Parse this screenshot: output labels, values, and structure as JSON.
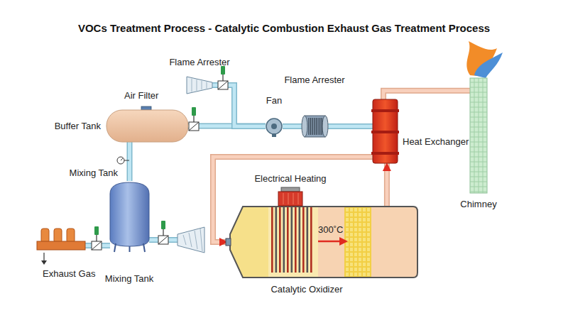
{
  "diagram": {
    "title": "VOCs Treatment Process - Catalytic Combustion Exhaust Gas Treatment Process",
    "nodes": [
      {
        "text": [
          "Flame Arrester"
        ]
      },
      {
        "text": [
          "Buffer Tank"
        ]
      },
      {
        "text": [
          "Fan"
        ]
      },
      {
        "text": [
          "Flame Arrester"
        ]
      },
      {
        "text": [
          "Heat Exchanger"
        ]
      },
      {
        "text": [
          "Chimney"
        ]
      },
      {
        "text": [
          "Mixing Tank"
        ]
      },
      {
        "text": [
          "Exhaust Gas"
        ]
      },
      {
        "text": [
          "Catalytic Oxidizer"
        ]
      },
      {
        "text": [
          "Electrical Heating"
        ],
        "in": 8
      }
    ],
    "edges": [
      {
        "from": 7,
        "to": 6,
        "arrow": "none"
      },
      {
        "from": 6,
        "to": 1,
        "arrow": "none"
      },
      {
        "from": 1,
        "to": 2,
        "arrow": "none"
      },
      {
        "from": 0,
        "to": 2,
        "arrow": "none"
      },
      {
        "from": 2,
        "to": 3,
        "arrow": "none"
      },
      {
        "from": 3,
        "to": 4,
        "arrow": "none"
      },
      {
        "from": 4,
        "to": 8,
        "arrow": "to"
      },
      {
        "from": 8,
        "to": 4,
        "arrow": "to"
      },
      {
        "from": 4,
        "to": 5,
        "arrow": "none"
      }
    ],
    "labels": [
      "Air Filter",
      "Mixing Tank",
      "300˚C"
    ]
  }
}
